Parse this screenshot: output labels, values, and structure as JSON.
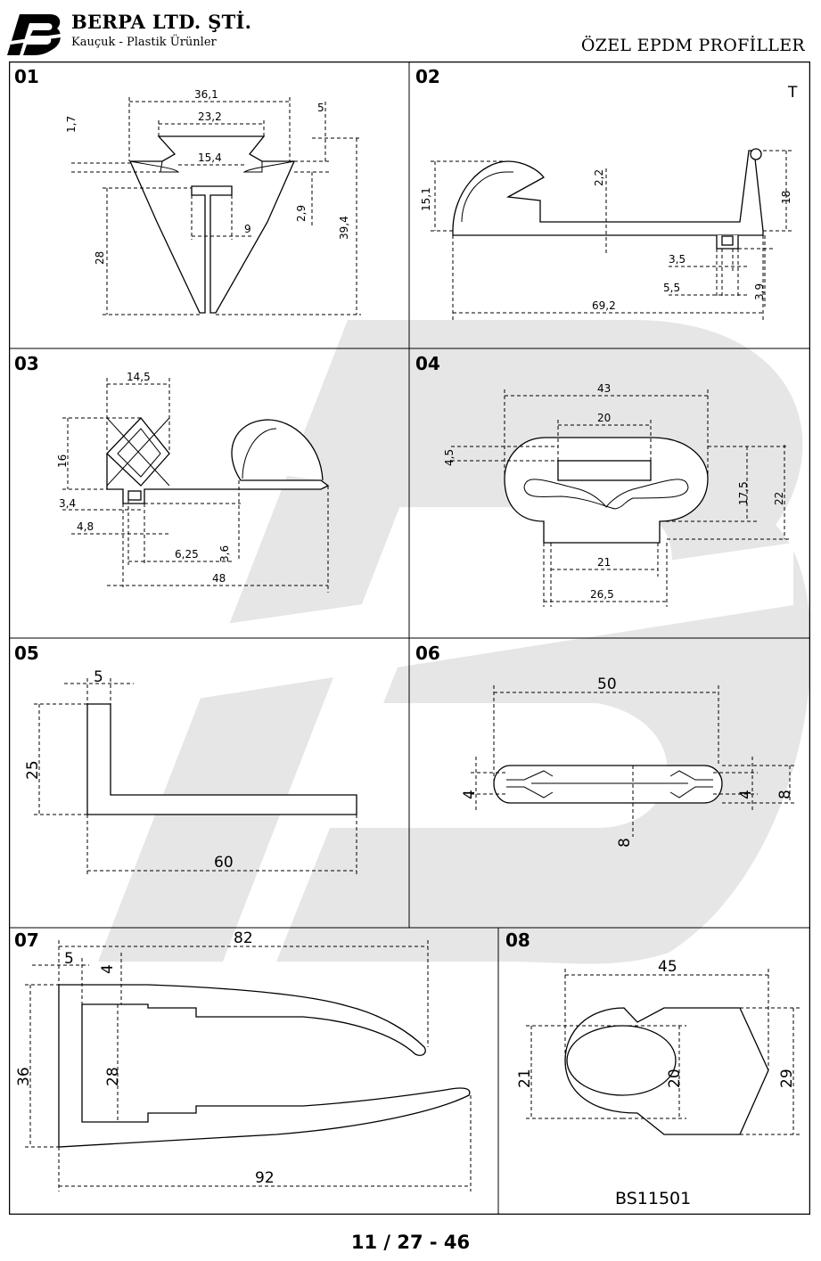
{
  "header": {
    "company_name": "BERPA LTD. ŞTİ.",
    "company_subtitle": "Kauçuk - Plastik Ürünler",
    "page_title": "ÖZEL EPDM PROFİLLER"
  },
  "colors": {
    "watermark": "#e6e6e6",
    "line": "#000000",
    "background": "#ffffff"
  },
  "panels": [
    {
      "number": "01",
      "dims": {
        "top": "36,1",
        "inner_top": "23,2",
        "lip_gap": "15,4",
        "lip": "1,7",
        "right_top": "5",
        "right_mid": "2,9",
        "height_total": "39,4",
        "height_left": "28",
        "stem": "9"
      }
    },
    {
      "number": "02",
      "mark": "T",
      "dims": {
        "bulb": "15,1",
        "tip": "2,2",
        "height": "18",
        "foot_a": "3,5",
        "foot_b": "5,5",
        "foot_h": "3,9",
        "width": "69,2"
      }
    },
    {
      "number": "03",
      "dims": {
        "top": "14,5",
        "height": "16",
        "d1": "3,4",
        "d2": "4,8",
        "d3": "6,25",
        "d4": "3,6",
        "width": "48"
      }
    },
    {
      "number": "04",
      "dims": {
        "width": "43",
        "inner": "20",
        "left_h": "4,5",
        "mid_h": "17,5",
        "total_h": "22",
        "base_inner": "21",
        "base_outer": "26,5"
      }
    },
    {
      "number": "05",
      "dims": {
        "thickness": "5",
        "height": "25",
        "width": "60"
      }
    },
    {
      "number": "06",
      "dims": {
        "width": "50",
        "left_h": "4",
        "right_h": "4",
        "total_h": "8",
        "mid": "8"
      }
    },
    {
      "number": "07",
      "dims": {
        "top": "82",
        "wall": "5",
        "lip": "4",
        "height": "36",
        "inner_h": "28",
        "width": "92"
      }
    },
    {
      "number": "08",
      "code": "BS11501",
      "dims": {
        "width": "45",
        "left_h": "21",
        "inner_h": "20",
        "total_h": "29"
      }
    }
  ],
  "footer": {
    "page_number": "11 / 27 - 46"
  }
}
